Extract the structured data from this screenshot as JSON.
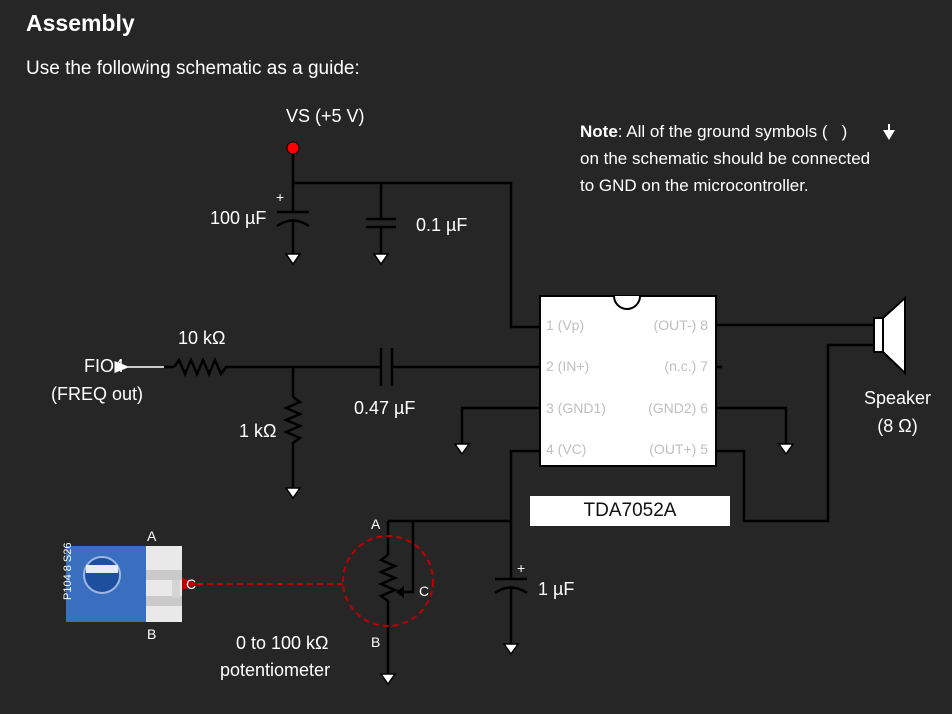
{
  "title": "Assembly",
  "subtitle": "Use the following schematic as a guide:",
  "note": {
    "label": "Note",
    "text_before_symbol": ":  All of the ground symbols (",
    "text_after_symbol": ")",
    "line2": "on the schematic should be connected",
    "line3": "to GND on the microcontroller."
  },
  "labels": {
    "vs": "VS (+5 V)",
    "cap100": "100 µF",
    "cap01": "0.1 µF",
    "r10k": "10 kΩ",
    "fio4": "FIO4",
    "freq_out": "(FREQ out)",
    "cap047": "0.47 µF",
    "r1k": "1 kΩ",
    "speaker": "Speaker",
    "speaker_ohm": "(8 Ω)",
    "chip": "TDA7052A",
    "cap1u": "1 µF",
    "pot_value": "0 to 100 kΩ",
    "pot_name": "potentiometer",
    "pot_a": "A",
    "pot_b": "B",
    "pot_c": "C",
    "photo_a": "A",
    "photo_b": "B",
    "photo_c": "C",
    "plus": "+",
    "plus2": "+"
  },
  "chip_pins": {
    "p1": "1 (Vp)",
    "p2": "2 (IN+)",
    "p3": "3 (GND1)",
    "p4": "4 (VC)",
    "p8": "(OUT-) 8",
    "p7": "(n.c.) 7",
    "p6": "(GND2) 6",
    "p5": "(OUT+) 5"
  },
  "photo_print": "P104 8 S26",
  "colors": {
    "background": "#262626",
    "wire": "#000000",
    "vs_dot": "#ff0000",
    "dashed": "#c00000",
    "chip_fill": "#ffffff",
    "pin_text": "#bfbfbf"
  }
}
